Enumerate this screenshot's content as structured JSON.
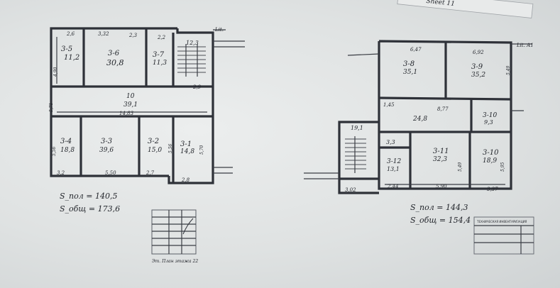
{
  "top_strip": {
    "text": "Sheet 11"
  },
  "left_plan": {
    "marker": "Lit.",
    "rooms": [
      {
        "id": "3-5",
        "area": "11,2"
      },
      {
        "id": "3-6",
        "area": "30,8"
      },
      {
        "id": "3-7",
        "area": "11,3"
      },
      {
        "id": "",
        "area": "12,3"
      },
      {
        "id": "10",
        "area": "39,1"
      },
      {
        "id": "3-4",
        "area": "18,8"
      },
      {
        "id": "3-3",
        "area": "39,6"
      },
      {
        "id": "3-2",
        "area": "15,0"
      },
      {
        "id": "3-1",
        "area": "14,8"
      }
    ],
    "dims": [
      "2,6",
      "3,32",
      "2,3",
      "2,2",
      "4,90",
      "5,71",
      "2,9",
      "14,83",
      "5,56",
      "5,56",
      "5,70",
      "3,2",
      "5,50",
      "2,7",
      "2,8"
    ],
    "totals": [
      "S_пол = 140,5",
      "S_общ = 173,6"
    ]
  },
  "right_plan": {
    "marker": "Lit. A1",
    "rooms": [
      {
        "id": "3-8",
        "area": "35,1"
      },
      {
        "id": "3-9",
        "area": "35,2"
      },
      {
        "id": "",
        "area": "24,8"
      },
      {
        "id": "3-10",
        "area": "9,3"
      },
      {
        "id": "",
        "area": "19,1"
      },
      {
        "id": "",
        "area": "3,3"
      },
      {
        "id": "3-12",
        "area": "13,1"
      },
      {
        "id": "3-11",
        "area": "32,3"
      },
      {
        "id": "3-10",
        "area": "18,9"
      }
    ],
    "dims": [
      "6,47",
      "6,92",
      "1,45",
      "8,77",
      "3,02",
      "2,44",
      "5,90",
      "3,37",
      "5,49",
      "5,95",
      "5,49"
    ],
    "totals": [
      "S_пол = 144,3",
      "S_общ = 154,4"
    ]
  },
  "stamp_left_caption": "Эт. План этажа 22",
  "stamp_right_header": "ТЕХНИЧЕСКАЯ ИНВЕНТАРИЗАЦИЯ"
}
